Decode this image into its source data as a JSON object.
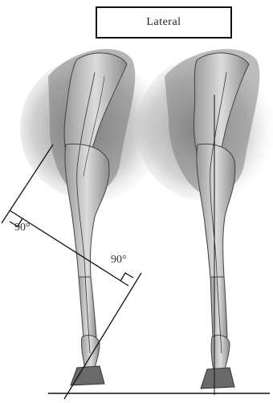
{
  "title": "Lateral",
  "angles": {
    "left": "90°",
    "right": "90°"
  },
  "colors": {
    "ink": "#1a1a1a",
    "bone": "#c9c9c9",
    "shade": "#8a8a8a"
  }
}
